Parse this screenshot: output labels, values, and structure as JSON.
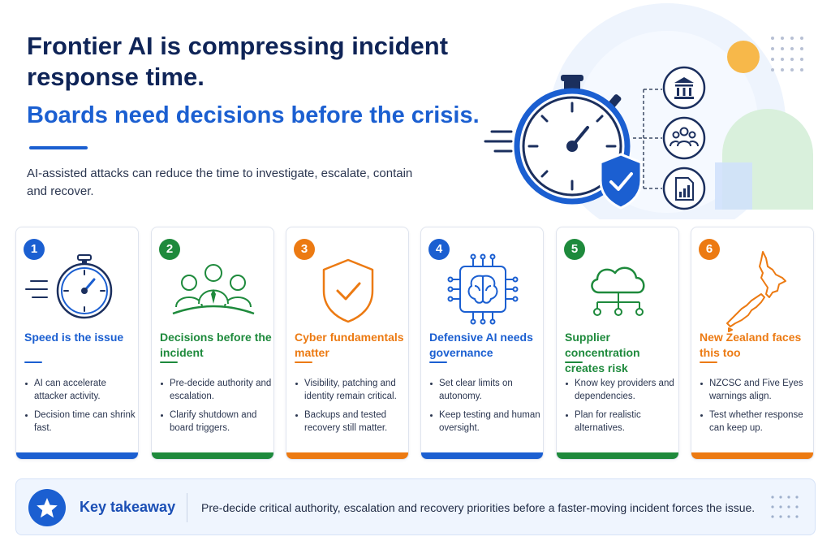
{
  "header": {
    "title": "Frontier AI is compressing incident response time.",
    "subtitle": "Boards need decisions before the crisis.",
    "intro": "AI-assisted attacks can reduce the time to investigate, escalate, contain and recover."
  },
  "hero_icons": [
    "stopwatch-icon",
    "shield-check-icon",
    "government-building-icon",
    "people-group-icon",
    "report-chart-icon"
  ],
  "colors": {
    "navy": "#0f2457",
    "blue": "#1b5fd1",
    "green": "#1e8a3c",
    "orange": "#ec7a12",
    "yellow": "#f7b84a"
  },
  "cards": [
    {
      "number": "1",
      "title": "Speed is the issue",
      "icon": "stopwatch-icon",
      "color": "#1b5fd1",
      "bullets": [
        "AI can accelerate attacker activity.",
        "Decision time can shrink fast."
      ]
    },
    {
      "number": "2",
      "title": "Decisions before the incident",
      "icon": "board-people-icon",
      "color": "#1e8a3c",
      "bullets": [
        "Pre-decide authority and escalation.",
        "Clarify shutdown and board triggers."
      ]
    },
    {
      "number": "3",
      "title": "Cyber fundamentals matter",
      "icon": "shield-check-icon",
      "color": "#ec7a12",
      "bullets": [
        "Visibility, patching and identity remain critical.",
        "Backups and tested recovery still matter."
      ]
    },
    {
      "number": "4",
      "title": "Defensive AI needs governance",
      "icon": "ai-chip-brain-icon",
      "color": "#1b5fd1",
      "bullets": [
        "Set clear limits on autonomy.",
        "Keep testing and human oversight."
      ]
    },
    {
      "number": "5",
      "title": "Supplier concentration creates risk",
      "icon": "cloud-network-icon",
      "color": "#1e8a3c",
      "bullets": [
        "Know key providers and dependencies.",
        "Plan for realistic alternatives."
      ]
    },
    {
      "number": "6",
      "title": "New Zealand faces this too",
      "icon": "new-zealand-map-icon",
      "color": "#ec7a12",
      "bullets": [
        "NZCSC and Five Eyes warnings align.",
        "Test whether response can keep up."
      ]
    }
  ],
  "takeaway": {
    "label": "Key takeaway",
    "text": "Pre-decide critical authority, escalation and recovery priorities before a faster-moving incident forces the issue.",
    "icon": "star-icon"
  }
}
